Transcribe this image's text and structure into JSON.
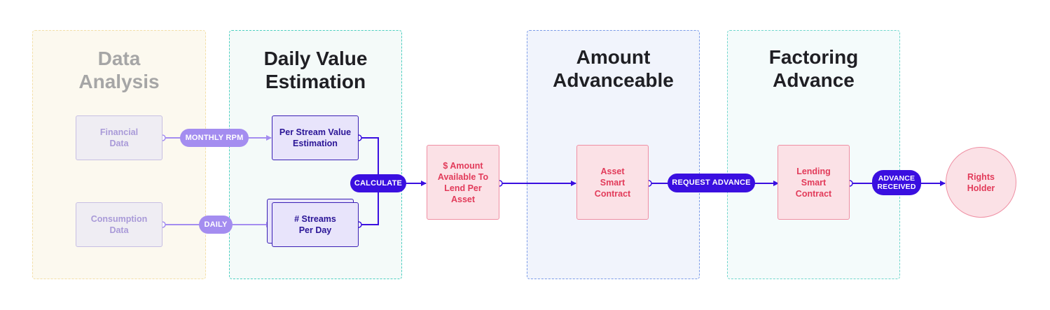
{
  "colors": {
    "analysis_bg": "#fcf9ef",
    "analysis_border": "#f3dfa8",
    "estimation_bg": "#f4faf9",
    "estimation_border": "#4ccfc0",
    "advanceable_bg": "#f1f4fc",
    "advanceable_border": "#7b9be8",
    "factoring_bg": "#f4fbfb",
    "factoring_border": "#6fd6cc",
    "accent_dark": "#3a0fe0",
    "accent_light": "#a48df0",
    "pink": "#e23b5a"
  },
  "panels": {
    "analysis": "Data\nAnalysis",
    "estimation": "Daily Value\nEstimation",
    "advanceable": "Amount\nAdvanceable",
    "factoring": "Factoring\nAdvance"
  },
  "nodes": {
    "financial": "Financial\nData",
    "consumption": "Consumption\nData",
    "per_stream": "Per Stream Value\nEstimation",
    "streams_per_day": "# Streams\nPer Day",
    "amount_available": "$ Amount\nAvailable To\nLend Per\nAsset",
    "asset_contract": "Asset\nSmart\nContract",
    "lending_contract": "Lending\nSmart\nContract",
    "rights_holder": "Rights\nHolder"
  },
  "labels": {
    "monthly_rpm": "MONTHLY RPM",
    "daily": "DAILY",
    "calculate": "CALCULATE",
    "request_advance": "REQUEST ADVANCE",
    "advance_received": "ADVANCE\nRECEIVED"
  }
}
